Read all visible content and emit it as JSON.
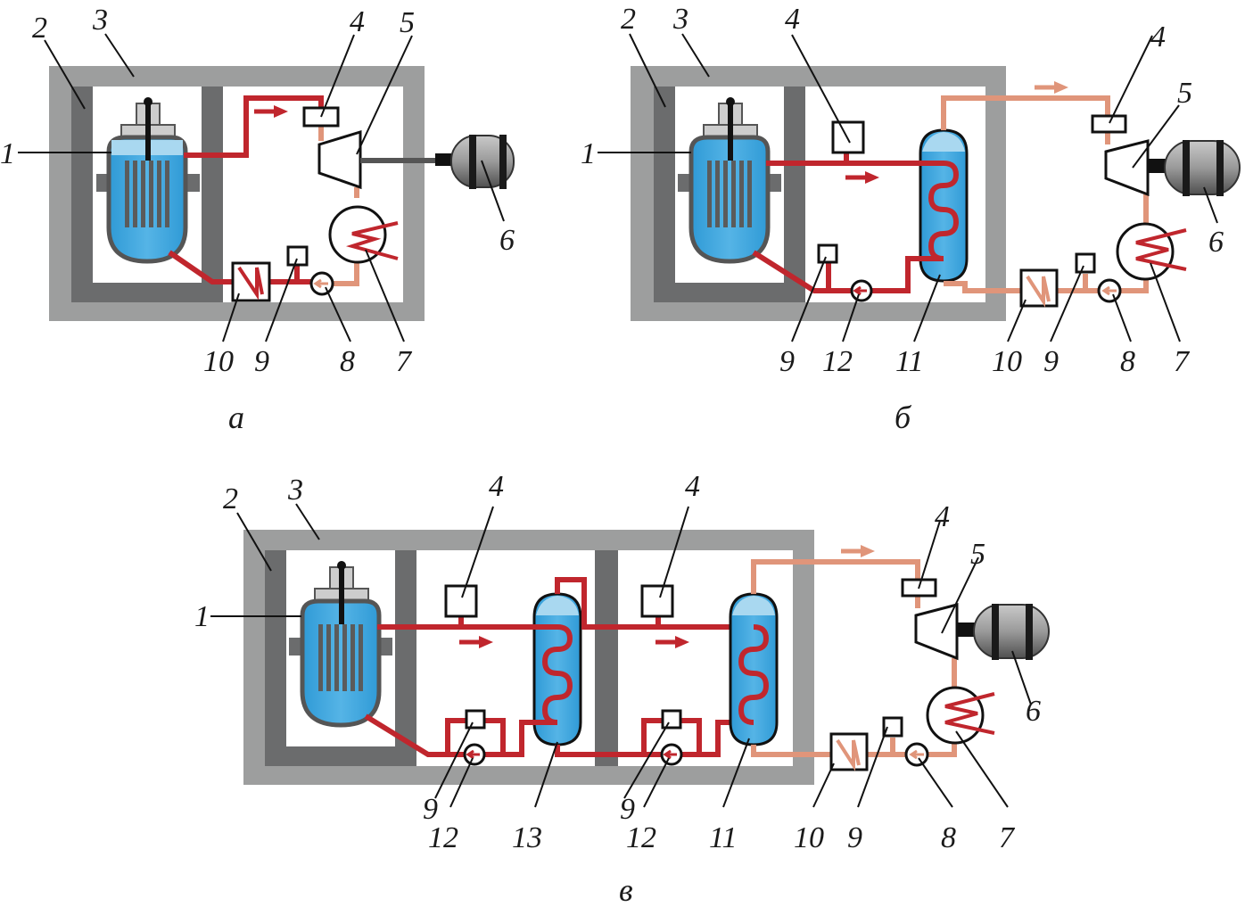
{
  "figure": {
    "panels": [
      {
        "id": "a",
        "caption": "а",
        "labels": {
          "reactor": "1",
          "inner_containment": "2",
          "outer_containment": "3",
          "sensor_top": "4",
          "turbine": "5",
          "generator": "6",
          "condenser": "7",
          "pump": "8",
          "sensor_bottom": "9",
          "heater": "10"
        }
      },
      {
        "id": "b",
        "caption": "б",
        "labels": {
          "reactor": "1",
          "inner_containment": "2",
          "outer_containment": "3",
          "sensor_primary": "4",
          "sensor_secondary": "4",
          "turbine": "5",
          "generator": "6",
          "condenser": "7",
          "feed_pump": "8",
          "sensor_primary_bottom": "9",
          "sensor_secondary_bottom": "9",
          "heater": "10",
          "steam_generator": "11",
          "circ_pump": "12"
        }
      },
      {
        "id": "c",
        "caption": "в",
        "labels": {
          "reactor": "1",
          "inner_containment": "2",
          "outer_containment": "3",
          "sensor_primary": "4",
          "sensor_intermediate": "4",
          "sensor_secondary": "4",
          "turbine": "5",
          "generator": "6",
          "condenser": "7",
          "feed_pump": "8",
          "sensor_primary_bottom": "9",
          "sensor_intermediate_bottom": "9",
          "sensor_secondary_bottom": "9",
          "heater": "10",
          "steam_generator": "11",
          "circ_pump_primary": "12",
          "circ_pump_intermediate": "12",
          "intermediate_hx": "13"
        }
      }
    ],
    "colors": {
      "primary_loop": "#c0262d",
      "secondary_loop": "#e0957a",
      "outer_containment": "#9d9e9e",
      "inner_containment": "#6b6c6d",
      "coolant": "#3fa6de"
    }
  }
}
